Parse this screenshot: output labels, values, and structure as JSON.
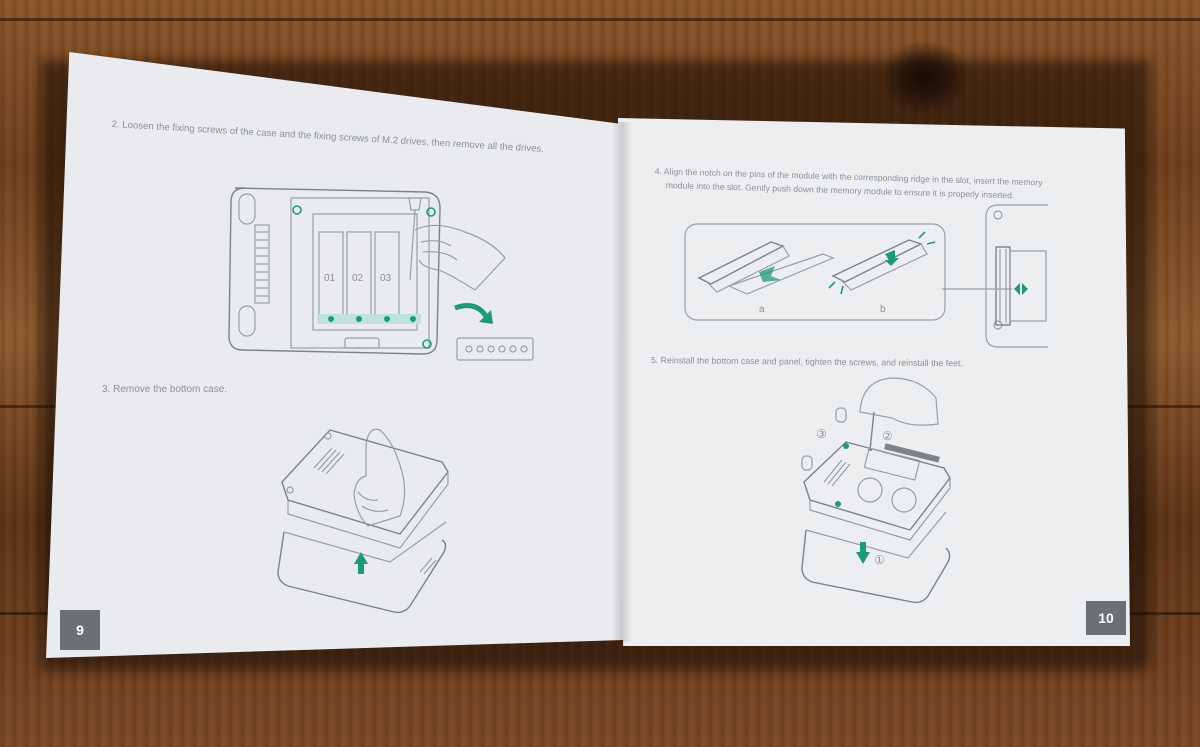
{
  "manual": {
    "left_page": {
      "step2": "2. Loosen the fixing screws of the case and the fixing screws of M.2 drives, then remove all the drives.",
      "slot_labels": [
        "01",
        "02",
        "03"
      ],
      "step3": "3. Remove the bottom case.",
      "page_number": "9"
    },
    "right_page": {
      "step4_line1": "4. Align the notch on the pins of the module with the corresponding ridge in the slot, insert the memory",
      "step4_line2": "module into the slot. Gently push down the memory module to ensure it is properly inserted.",
      "label_a": "a",
      "label_b": "b",
      "step5": "5. Reinstall the bottom case and panel, tighten the screws, and reinstall the feet.",
      "callout_1": "①",
      "callout_2": "②",
      "callout_3": "③",
      "page_number": "10"
    }
  },
  "colors": {
    "accent": "#1f9a78",
    "page": "#e9ebee",
    "text": "#8d8f93",
    "page_number_tab": "#6c6f73",
    "table": "#7a4826"
  }
}
